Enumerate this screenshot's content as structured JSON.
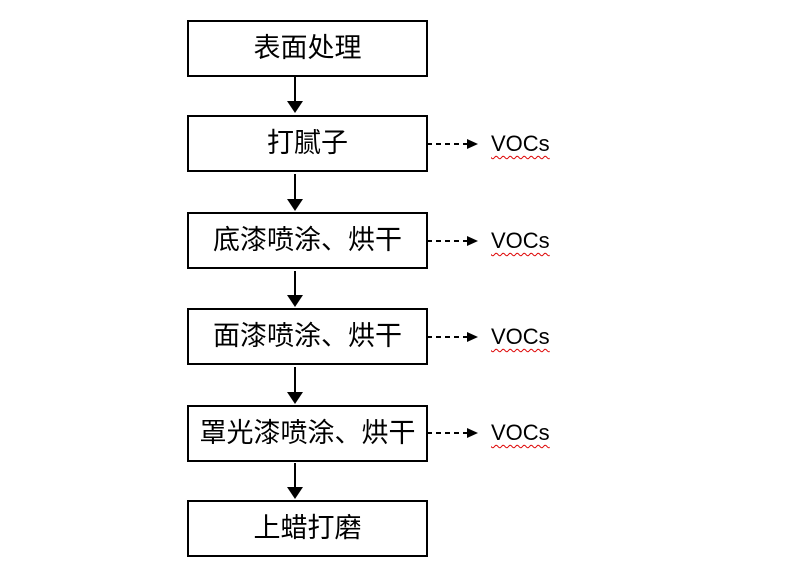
{
  "diagram": {
    "type": "flowchart",
    "direction": "top-down",
    "description": "Painting process flow with VOC emission points",
    "nodes": [
      {
        "label": "表面处理",
        "emits": null
      },
      {
        "label": "打腻子",
        "emits": "VOCs"
      },
      {
        "label": "底漆喷涂、烘干",
        "emits": "VOCs"
      },
      {
        "label": "面漆喷涂、烘干",
        "emits": "VOCs"
      },
      {
        "label": "罩光漆喷涂、烘干",
        "emits": "VOCs"
      },
      {
        "label": "上蜡打磨",
        "emits": null
      }
    ],
    "edges": [
      {
        "from": 0,
        "to": 1,
        "style": "solid"
      },
      {
        "from": 1,
        "to": 2,
        "style": "solid"
      },
      {
        "from": 2,
        "to": 3,
        "style": "solid"
      },
      {
        "from": 3,
        "to": 4,
        "style": "solid"
      },
      {
        "from": 4,
        "to": 5,
        "style": "solid"
      }
    ],
    "colors": {
      "background": "#ffffff",
      "stroke": "#000000",
      "text": "#000000",
      "spellcheck_underline": "#dd0000"
    }
  }
}
